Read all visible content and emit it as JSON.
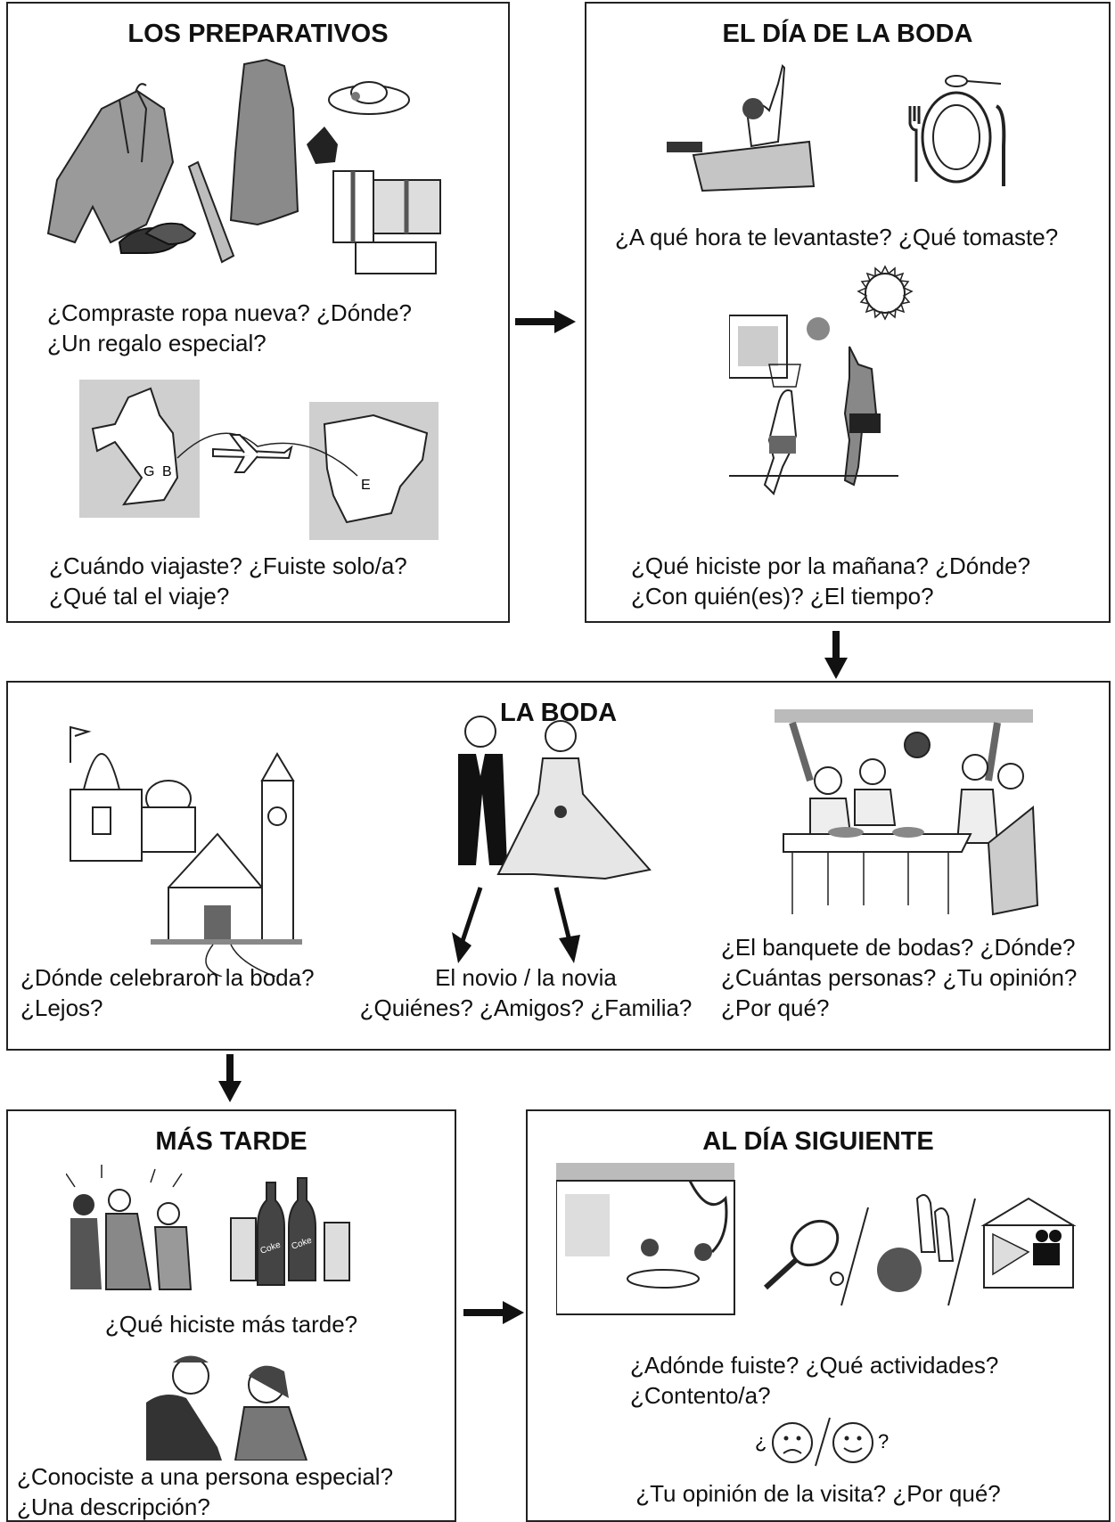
{
  "preparativos": {
    "title": "LOS PREPARATIVOS",
    "q1": [
      "¿Compraste ropa nueva? ¿Dónde?",
      "¿Un regalo especial?"
    ],
    "map": {
      "label_gb_g": "G",
      "label_gb_b": "B",
      "label_e": "E"
    },
    "q2": [
      "¿Cuándo viajaste? ¿Fuiste solo/a?",
      "¿Qué tal el viaje?"
    ]
  },
  "dia_boda": {
    "title": "EL DÍA DE LA BODA",
    "q1": [
      "¿A qué hora te levantaste? ¿Qué tomaste?"
    ],
    "q2": [
      "¿Qué hiciste por la mañana? ¿Dónde?",
      "¿Con quién(es)? ¿El tiempo?"
    ]
  },
  "la_boda": {
    "title": "LA BODA",
    "q_left": [
      "¿Dónde celebraron la boda?",
      "¿Lejos?"
    ],
    "q_center": [
      "El novio / la novia",
      "¿Quiénes? ¿Amigos? ¿Familia?"
    ],
    "q_right": [
      "¿El banquete de bodas? ¿Dónde?",
      "¿Cuántas personas? ¿Tu opinión?",
      "¿Por qué?"
    ]
  },
  "mas_tarde": {
    "title": "MÁS TARDE",
    "q1": [
      "¿Qué hiciste más tarde?"
    ],
    "q2": [
      "¿Conociste a una persona especial?",
      "¿Una descripción?"
    ],
    "bottle_label": "Coke"
  },
  "dia_siguiente": {
    "title": "AL DÍA SIGUIENTE",
    "q1": [
      "¿Adónde fuiste? ¿Qué actividades?",
      "¿Contento/a?"
    ],
    "face_open": "¿",
    "face_close": "?",
    "q2": [
      "¿Tu opinión de la visita? ¿Por qué?"
    ]
  }
}
